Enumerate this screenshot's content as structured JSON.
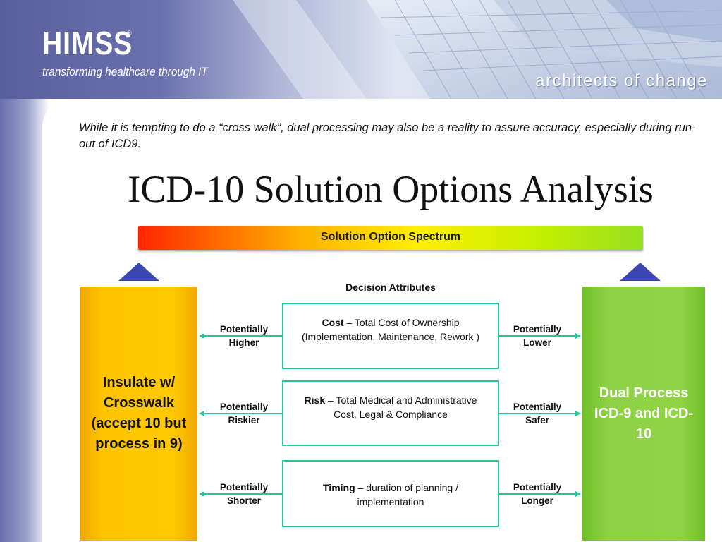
{
  "header": {
    "logo": "HIMSS",
    "logo_mark": "®",
    "tagline": "transforming healthcare through IT",
    "slogan": "architects of change"
  },
  "intro_note": "While it is tempting to do a “cross walk”, dual processing may also be a reality to assure accuracy, especially during run-out of ICD9.",
  "title": "ICD-10 Solution Options Analysis",
  "spectrum": {
    "label": "Solution Option Spectrum"
  },
  "left_option": {
    "text": "Insulate w/ Crosswalk (accept 10 but process in 9)"
  },
  "right_option": {
    "text": "Dual Process ICD-9 and ICD-10"
  },
  "decision": {
    "header": "Decision Attributes",
    "attributes": [
      {
        "name": "Cost",
        "desc": "– Total Cost of Ownership (Implementation, Maintenance, Rework )",
        "left": "Potentially Higher",
        "right": "Potentially Lower"
      },
      {
        "name": "Risk",
        "desc": "– Total Medical and Administrative Cost, Legal & Compliance",
        "left": "Potentially Riskier",
        "right": "Potentially Safer"
      },
      {
        "name": "Timing",
        "desc": "– duration of planning / implementation",
        "left": "Potentially Shorter",
        "right": "Potentially Longer"
      }
    ]
  },
  "colors": {
    "arrow": "#22c7a0",
    "pointer": "#3b46b0",
    "left_box": "#ffc600",
    "right_box": "#8ed144"
  }
}
